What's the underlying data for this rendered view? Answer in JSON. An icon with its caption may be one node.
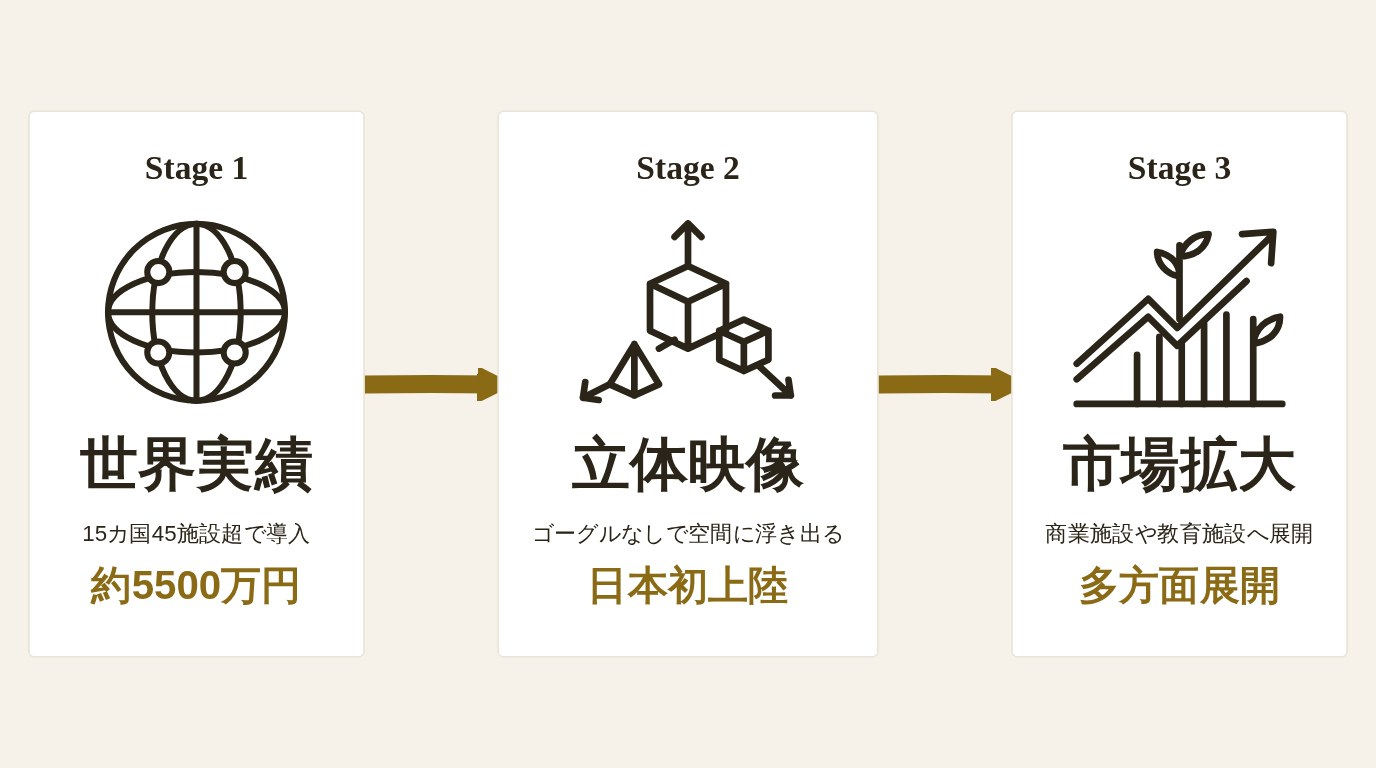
{
  "diagram": {
    "nodes": [
      {
        "text": [
          "Stage 1",
          "世界実績",
          "15カ国45施設超で導入",
          "約5500万円"
        ]
      },
      {
        "text": [
          "Stage 2",
          "立体映像",
          "ゴーグルなしで空間に浮き出る",
          "日本初上陸"
        ]
      },
      {
        "text": [
          "Stage 3",
          "市場拡大",
          "商業施設や教育施設へ展開",
          "多方面展開"
        ]
      }
    ],
    "edges": [
      {
        "from": 0,
        "to": 1,
        "arrow": "to"
      },
      {
        "from": 1,
        "to": 2,
        "arrow": "to"
      }
    ]
  }
}
